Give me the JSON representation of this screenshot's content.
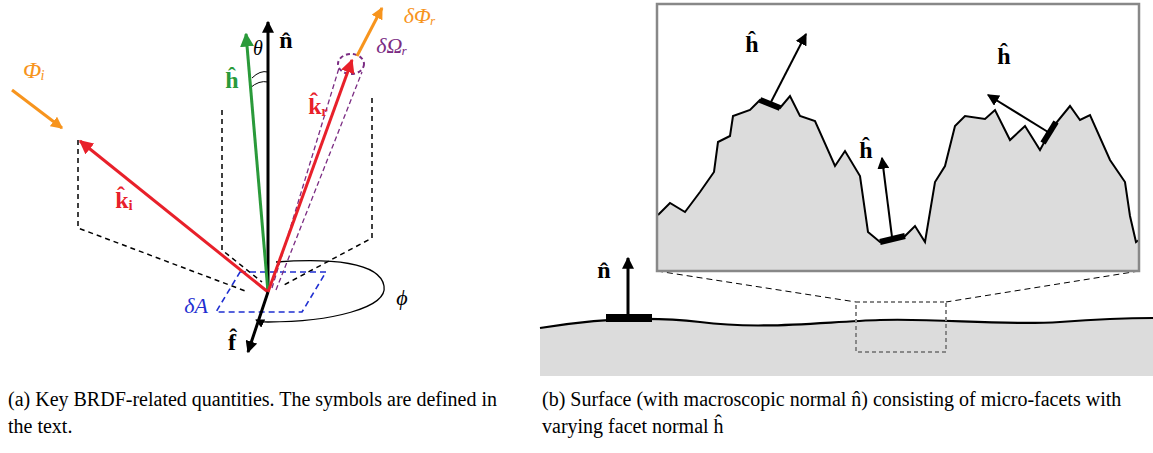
{
  "diagram": {
    "labels": [
      "Φᵢ",
      "k̂ᵢ",
      "n̂",
      "ĥ",
      "θ",
      "k̂ᵣ",
      "δΩᵣ",
      "δΦᵣ",
      "ϕ",
      "δA",
      "f̂",
      "(a) Key BRDF-related quantities. The symbols are defined in the text.",
      "ĥ",
      "ĥ",
      "ĥ",
      "n̂",
      "(b) Surface (with macroscopic normal n̂) consisting of micro-facets with varying facet normal ĥ"
    ]
  }
}
